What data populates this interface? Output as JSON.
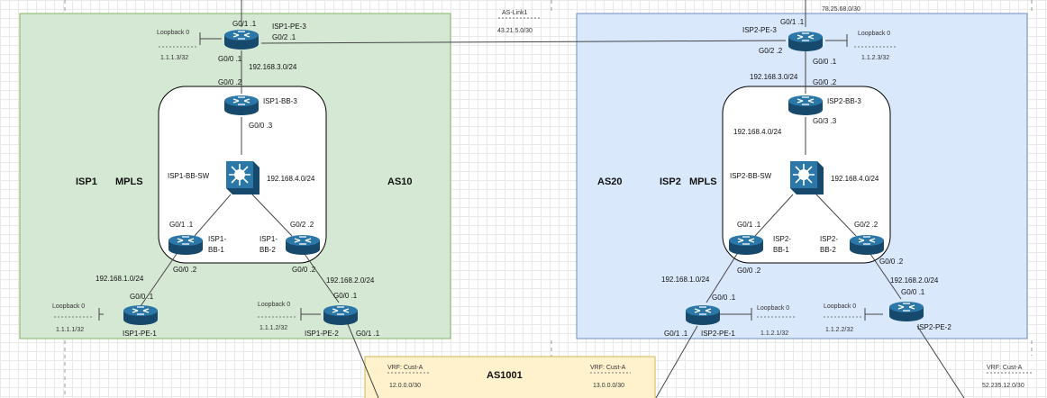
{
  "colors": {
    "isp1_zone": "#d5e8d4",
    "isp1_border": "#82b366",
    "isp2_zone": "#dae8fc",
    "isp2_border": "#6c8ebf",
    "as1001_zone": "#fff2cc",
    "as1001_border": "#d6b656",
    "router": "#1f5f8b",
    "switch": "#1f5f8b"
  },
  "isp1": {
    "zone_isp": "ISP1",
    "zone_mpls": "MPLS",
    "zone_as": "AS10",
    "pe3": {
      "name": "ISP1-PE-3",
      "if_top": "G0/1 .1",
      "if_right": "G0/2 .1",
      "if_bottom": "G0/0 .1",
      "lo_label": "Loopback 0",
      "lo_addr": "1.1.1.3/32"
    },
    "net_pe3_bb3": "192.168.3.0/24",
    "bb3": {
      "name": "ISP1-BB-3",
      "if_top": "G0/0 .2",
      "if_bottom": "G0/0 .3"
    },
    "bbsw": {
      "name": "ISP1-BB-SW"
    },
    "net_bbsw": "192.168.4.0/24",
    "bb1": {
      "name_l1": "ISP1-",
      "name_l2": "BB-1",
      "if_top": "G0/1 .1",
      "if_bottom": "G0/0 .2"
    },
    "bb2": {
      "name_l1": "ISP1-",
      "name_l2": "BB-2",
      "if_top": "G0/2 .2",
      "if_bottom": "G0/0 .2"
    },
    "net_bb1_pe1": "192.168.1.0/24",
    "net_bb2_pe2": "192.168.2.0/24",
    "pe1": {
      "name": "ISP1-PE-1",
      "if_top": "G0/0 .1",
      "lo_label": "Loopback 0",
      "lo_addr": "1.1.1.1/32"
    },
    "pe2": {
      "name": "ISP1-PE-2",
      "if_top": "G0/0 .1",
      "if_bottom": "G0/1 .1",
      "lo_label": "Loopback 0",
      "lo_addr": "1.1.1.2/32"
    }
  },
  "as_link": {
    "title": "AS-Link1",
    "subnet": "43.21.5.0/30"
  },
  "isp2": {
    "zone_as": "AS20",
    "zone_isp": "ISP2",
    "zone_mpls": "MPLS",
    "top_subnet": "78.25.68.0/30",
    "pe3": {
      "name": "ISP2-PE-3",
      "if_top": "G0/1 .1",
      "if_left": "G0/2 .2",
      "if_bottom": "G0/0 .1",
      "lo_label": "Loopback 0",
      "lo_addr": "1.1.2.3/32"
    },
    "net_pe3_bb3": "192.168.3.0/24",
    "bb3": {
      "name": "ISP2-BB-3",
      "if_top": "G0/0 .2",
      "if_bottom": "G0/3 .3"
    },
    "net_bb3_sw": "192.168.4.0/24",
    "bbsw": {
      "name": "ISP2-BB-SW"
    },
    "net_bbsw": "192.168.4.0/24",
    "bb1": {
      "name_l1": "ISP2-",
      "name_l2": "BB-1",
      "if_top": "G0/1 .1",
      "if_bottom": "G0/0 .2"
    },
    "bb2": {
      "name_l1": "ISP2-",
      "name_l2": "BB-2",
      "if_top": "G0/2 .2",
      "if_bottom": "G0/0 .2"
    },
    "net_bb1_pe1": "192.168.1.0/24",
    "net_bb2_pe2": "192.168.2.0/24",
    "pe1": {
      "name": "ISP2-PE-1",
      "if_top": "G0/0 .1",
      "if_left": "G0/1 .1",
      "lo_label": "Loopback 0",
      "lo_addr": "1.1.2.1/32"
    },
    "pe2": {
      "name": "ISP2-PE-2",
      "if_top": "G0/0 .1",
      "lo_label": "Loopback 0",
      "lo_addr": "1.1.2.2/32"
    }
  },
  "as1001": {
    "title": "AS1001",
    "vrf_left": {
      "label": "VRF: Cust-A",
      "subnet": "12.0.0.0/30"
    },
    "vrf_right": {
      "label": "VRF: Cust-A",
      "subnet": "13.0.0.0/30"
    }
  },
  "far_vrf": {
    "label": "VRF: Cust-A",
    "subnet": "52.235.12.0/30"
  }
}
